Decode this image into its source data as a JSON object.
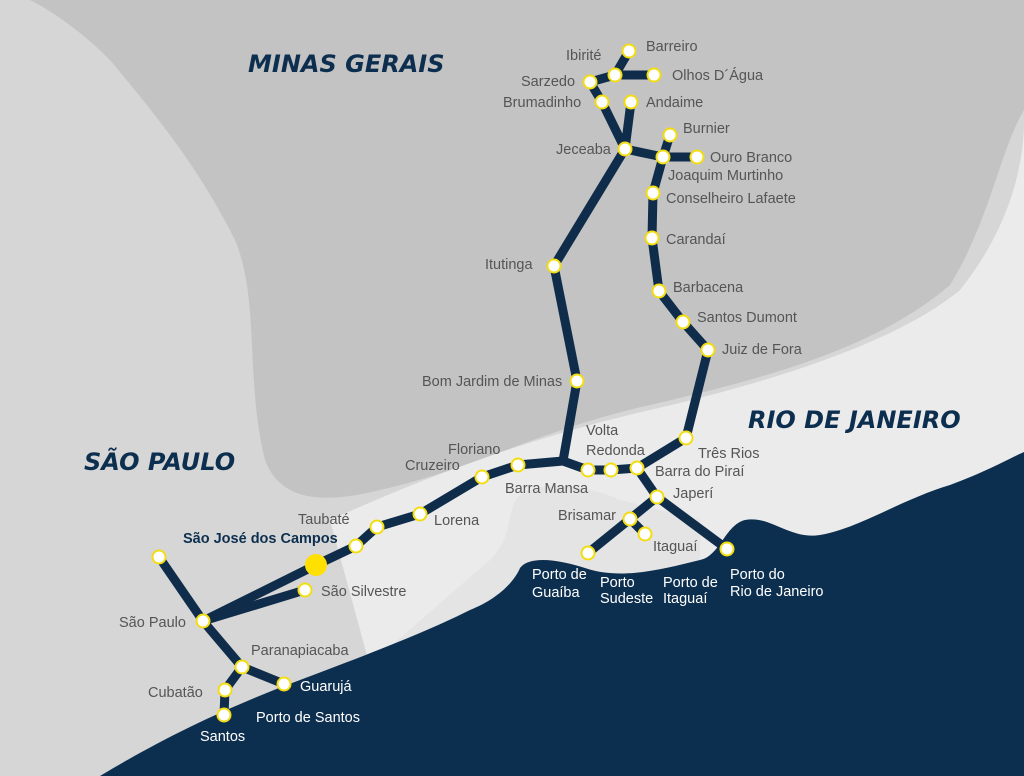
{
  "states": [
    "MINAS GERAIS",
    "SÃO PAULO",
    "RIO DE JANEIRO"
  ],
  "colors": {
    "line": "#0f2d4a",
    "sea": "#0d2f4f",
    "station_ring": "#f3dd12",
    "station_fill": "#ffffff",
    "highlight": "#ffe000",
    "minas": "#c3c3c3",
    "sao_paulo": "#d6d6d6",
    "rio": "#ebebeb"
  },
  "stations": {
    "barreiro": "Barreiro",
    "ibirite": "Ibirité",
    "olhos": "Olhos D´Água",
    "sarzedo": "Sarzedo",
    "brumadinho": "Brumadinho",
    "andaime": "Andaime",
    "jeceaba": "Jeceaba",
    "burnier": "Burnier",
    "ouro_branco": "Ouro Branco",
    "joaquim": "Joaquim Murtinho",
    "conselheiro": "Conselheiro Lafaete",
    "carandai": "Carandaí",
    "barbacena": "Barbacena",
    "santos_dumont": "Santos Dumont",
    "juiz": "Juiz de Fora",
    "itutinga": "Itutinga",
    "bom_jardim": "Bom Jardim de Minas",
    "tres_rios": "Três Rios",
    "volta1": "Volta",
    "volta2": "Redonda",
    "barra_pirai": "Barra do Piraí",
    "barra_mansa": "Barra Mansa",
    "floriano": "Floriano",
    "cruzeiro": "Cruzeiro",
    "lorena": "Lorena",
    "taubate": "Taubaté",
    "sjc": "São José dos Campos",
    "sao_silvestre": "São Silvestre",
    "sao_paulo": "São Paulo",
    "paranapiacaba": "Paranapiacaba",
    "guaruja": "Guarujá",
    "cubatao": "Cubatão",
    "santos": "Santos",
    "porto_santos": "Porto de Santos",
    "japeri": "Japerí",
    "brisamar": "Brisamar",
    "itaguai": "Itaguaí",
    "porto_guaiba1": "Porto de",
    "porto_guaiba2": "Guaíba",
    "porto_sudeste1": "Porto",
    "porto_sudeste2": "Sudeste",
    "porto_itaguai1": "Porto de",
    "porto_itaguai2": "Itaguaí",
    "porto_rj1": "Porto do",
    "porto_rj2": "Rio de Janeiro"
  }
}
